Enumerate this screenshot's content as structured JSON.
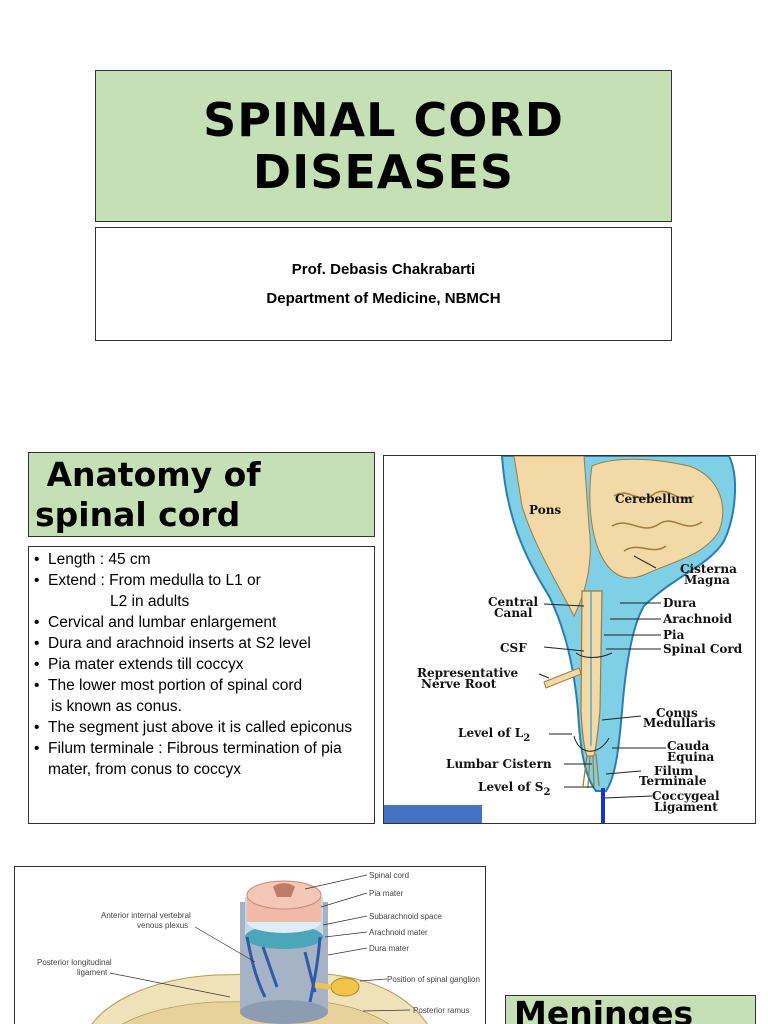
{
  "title": {
    "line1": "SPINAL CORD",
    "line2": "DISEASES"
  },
  "author": {
    "name": "Prof. Debasis Chakrabarti",
    "dept": "Department of Medicine,  NBMCH"
  },
  "anatomy": {
    "heading_line1": " Anatomy of",
    "heading_line2": "spinal cord",
    "bullets": [
      {
        "line1": "Length : 45 cm"
      },
      {
        "line1": "Extend : From medulla to L1 or",
        "line2": "L2 in adults"
      },
      {
        "line1": "Cervical and lumbar enlargement"
      },
      {
        "line1": "Dura and arachnoid inserts at S2 level"
      },
      {
        "line1": "Pia mater extends till coccyx"
      },
      {
        "line1": "The lower most portion of spinal cord",
        "line2": "is known as conus."
      },
      {
        "line1": "The segment just above it is called epiconus"
      },
      {
        "line1": "Filum terminale : Fibrous termination of pia",
        "line2": "mater, from conus to coccyx"
      }
    ]
  },
  "diagram1": {
    "labels": {
      "pons": "Pons",
      "cerebellum": "Cerebellum",
      "cisterna1": "Cisterna",
      "cisterna2": "Magna",
      "central1": "Central",
      "central2": "Canal",
      "dura": "Dura",
      "arachnoid": "Arachnoid",
      "csf": "CSF",
      "pia": "Pia",
      "spinal_cord": "Spinal Cord",
      "rep1": "Representative",
      "rep2": "Nerve Root",
      "conus1": "Conus",
      "conus2": "Medullaris",
      "level_l2": "Level of L",
      "l2_sub": "2",
      "cauda1": "Cauda",
      "cauda2": "Equina",
      "lumbar": "Lumbar Cistern",
      "filum1": "Filum",
      "filum2": "Terminale",
      "level_s2": "Level of S",
      "s2_sub": "2",
      "cocc1": "Coccygeal",
      "cocc2": "Ligament"
    }
  },
  "diagram2": {
    "labels": {
      "spinal_cord": "Spinal cord",
      "pia": "Pia mater",
      "subarachnoid": "Subarachnoid space",
      "arachnoid": "Arachnoid mater",
      "dura": "Dura mater",
      "ant1": "Anterior internal vertebral",
      "ant2": "venous plexus",
      "post1": "Posterior longitudinal",
      "post2": "ligament",
      "ganglion": "Position of spinal ganglion",
      "ramus": "Posterior ramus"
    }
  },
  "meninges": {
    "heading": "Meninges"
  },
  "colors": {
    "green_box": "#c5e0b4",
    "csf_blue": "#7fd0e6",
    "tissue_tan": "#f3d9a6",
    "bar_blue": "#4472c4"
  }
}
